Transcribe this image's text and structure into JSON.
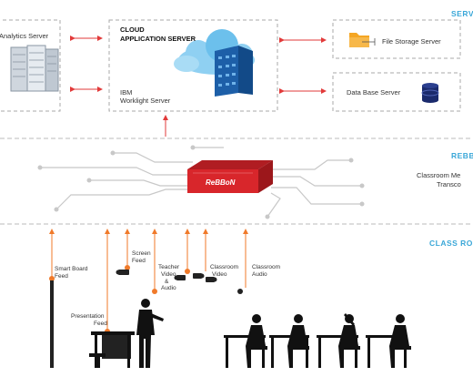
{
  "sections": {
    "servers": "SERVE",
    "rebbon": "REBBO",
    "classroom": "CLASS ROO"
  },
  "servers": {
    "analytics": "Analytics Server",
    "cloud_title": "CLOUD",
    "cloud_subtitle": "APPLICATION SERVER",
    "ibm": "IBM",
    "worklight": "Worklight Server",
    "file_storage": "File Storage Server",
    "database": "Data Base Server"
  },
  "rebbon": {
    "logo": "ReBBoN",
    "caption_line1": "Classroom Me",
    "caption_line2": "Transco"
  },
  "feeds": {
    "smart_board_1": "Smart Board",
    "smart_board_2": "Feed",
    "screen_1": "Screen",
    "screen_2": "Feed",
    "teacher_1": "Teacher",
    "teacher_2": "Video",
    "teacher_3": "&",
    "teacher_4": "Audio",
    "class_video_1": "Classroom",
    "class_video_2": "Video",
    "class_audio_1": "Classroom",
    "class_audio_2": "Audio",
    "presentation_1": "Presentation",
    "presentation_2": "Feed"
  },
  "colors": {
    "section_title": "#3aa7d8",
    "arrow_red": "#e23a3a",
    "arrow_orange": "#f07a2a",
    "device_red": "#d8262b",
    "cloud_blue": "#4fb3e6",
    "building_blue": "#1d5fa8",
    "db_navy": "#1a2a6c",
    "folder_orange": "#f5a623"
  }
}
